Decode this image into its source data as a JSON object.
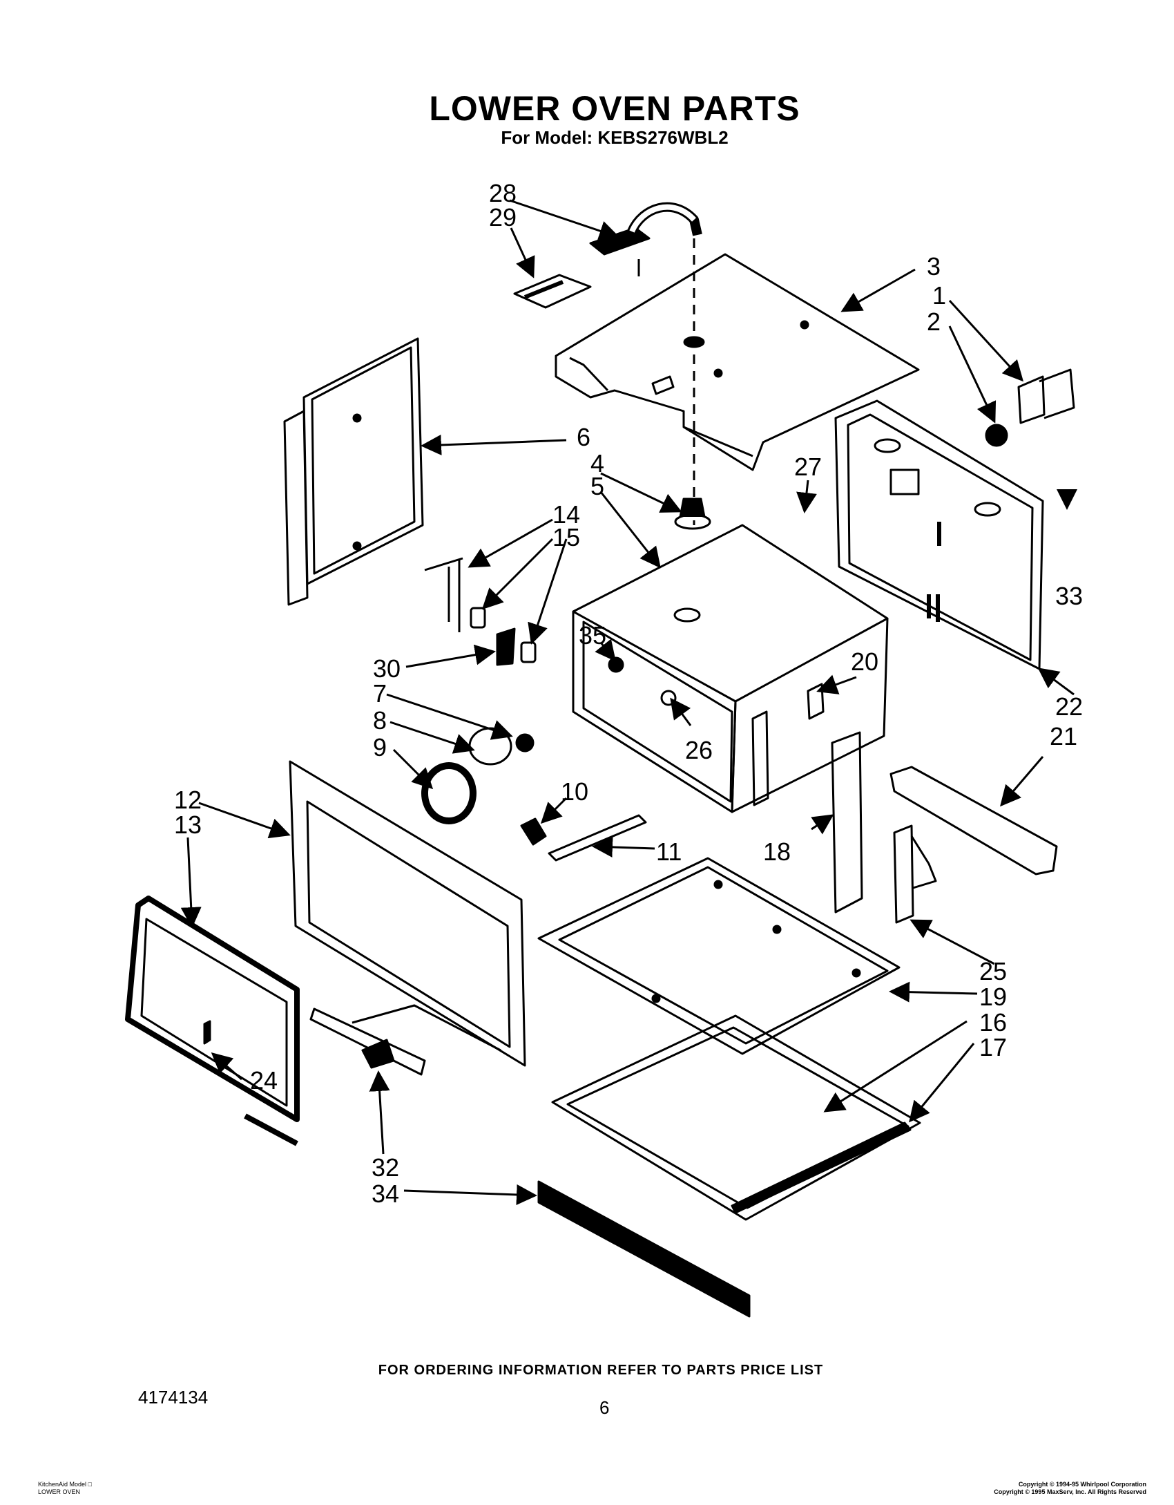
{
  "header": {
    "title": "LOWER OVEN PARTS",
    "subtitle": "For Model: KEBS276WBL2"
  },
  "callouts": {
    "c1": "1",
    "c2": "2",
    "c3": "3",
    "c4": "4",
    "c5": "5",
    "c6": "6",
    "c7": "7",
    "c8": "8",
    "c9": "9",
    "c10": "10",
    "c11": "11",
    "c12": "12",
    "c13": "13",
    "c14": "14",
    "c15": "15",
    "c16": "16",
    "c17": "17",
    "c18": "18",
    "c19": "19",
    "c20": "20",
    "c21": "21",
    "c22": "22",
    "c24": "24",
    "c25": "25",
    "c26": "26",
    "c27": "27",
    "c28": "28",
    "c29": "29",
    "c30": "30",
    "c32": "32",
    "c33": "33",
    "c34": "34",
    "c35": "35"
  },
  "footer": {
    "ordering_note": "FOR ORDERING INFORMATION REFER TO PARTS PRICE LIST",
    "doc_number": "4174134",
    "page_number": "6",
    "model_line1": "KitchenAid Model □",
    "model_line2": "LOWER OVEN",
    "copyright_line1": "Copyright © 1994-95 Whirlpool Corporation",
    "copyright_line2": "Copyright © 1995 MaxServ, Inc. All Rights Reserved"
  }
}
